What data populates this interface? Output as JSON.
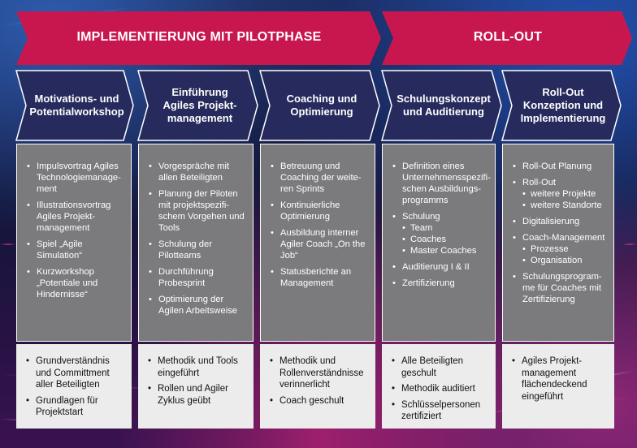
{
  "phases": {
    "pilot": "IMPLEMENTIERUNG MIT PILOTPHASE",
    "rollout": "ROLL-OUT"
  },
  "columns": [
    {
      "title": "Motivations- und\nPotentialworkshop",
      "activities": [
        {
          "text": "Impulsvortrag Agiles Technologiemanage-ment"
        },
        {
          "text": "Illustrationsvortrag Agiles Projekt-management"
        },
        {
          "text": "Spiel „Agile Simulation“"
        },
        {
          "text": "Kurzworkshop „Potentiale und Hindernisse“"
        }
      ],
      "results": [
        "Grundverständnis und Committment aller Beteiligten",
        "Grundlagen für Projektstart"
      ]
    },
    {
      "title": "Einführung\nAgiles Projekt-\nmanagement",
      "activities": [
        {
          "text": "Vorgespräche mit allen Beteiligten"
        },
        {
          "text": "Planung der Piloten mit projektspezifi-schem Vorgehen und Tools"
        },
        {
          "text": "Schulung der Pilotteams"
        },
        {
          "text": "Durchführung Probesprint"
        },
        {
          "text": "Optimierung der Agilen Arbeitsweise"
        }
      ],
      "results": [
        "Methodik und Tools eingeführt",
        "Rollen und Agiler Zyklus geübt"
      ]
    },
    {
      "title": "Coaching und\nOptimierung",
      "activities": [
        {
          "text": "Betreuung und Coaching der weite-ren Sprints"
        },
        {
          "text": "Kontinuierliche Optimierung"
        },
        {
          "text": "Ausbildung interner Agiler Coach „On the Job“"
        },
        {
          "text": "Statusberichte an Management"
        }
      ],
      "results": [
        "Methodik und Rollenverständnisse verinnerlicht",
        "Coach geschult"
      ]
    },
    {
      "title": "Schulungskonzept\nund Auditierung",
      "activities": [
        {
          "text": "Definition eines Unternehmensspezifi-schen Ausbildungs-programms"
        },
        {
          "text": "Schulung",
          "sub": [
            "Team",
            "Coaches",
            "Master Coaches"
          ]
        },
        {
          "text": "Auditierung I & II"
        },
        {
          "text": "Zertifizierung"
        }
      ],
      "results": [
        "Alle Beteiligten geschult",
        "Methodik auditiert",
        "Schlüsselpersonen zertifiziert"
      ]
    },
    {
      "title": "Roll-Out\nKonzeption und\nImplementierung",
      "activities": [
        {
          "text": "Roll-Out Planung"
        },
        {
          "text": "Roll-Out",
          "sub": [
            "weitere Projekte",
            "weitere Standorte"
          ]
        },
        {
          "text": "Digitalisierung"
        },
        {
          "text": "Coach-Management",
          "sub": [
            "Prozesse",
            "Organisation"
          ]
        },
        {
          "text": "Schulungsprogram-me für Coaches mit Zertifizierung"
        }
      ],
      "results": [
        "Agiles Projekt-management flächendeckend eingeführt"
      ]
    }
  ],
  "colors": {
    "phase_arrow": "#c8174f",
    "column_head": "#262a5c",
    "activity_box": "#7b7b7e",
    "result_box": "#ececec"
  }
}
